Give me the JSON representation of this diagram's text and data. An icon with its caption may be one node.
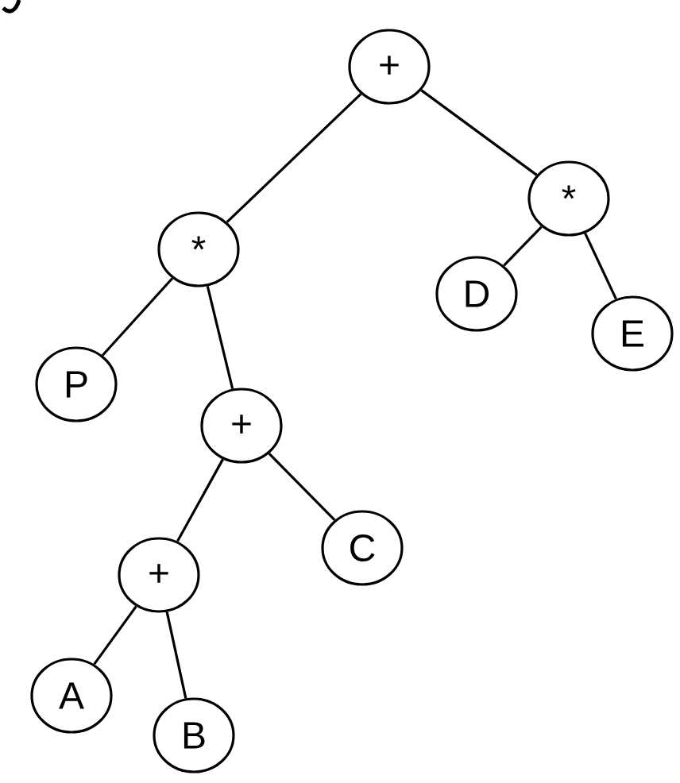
{
  "diagram": {
    "nodes": [
      {
        "text": [
          "+"
        ]
      },
      {
        "text": [
          "*"
        ]
      },
      {
        "text": [
          "*"
        ]
      },
      {
        "text": [
          "P"
        ]
      },
      {
        "text": [
          "+"
        ]
      },
      {
        "text": [
          "D"
        ]
      },
      {
        "text": [
          "E"
        ]
      },
      {
        "text": [
          "+"
        ]
      },
      {
        "text": [
          "C"
        ]
      },
      {
        "text": [
          "A"
        ]
      },
      {
        "text": [
          "B"
        ]
      }
    ],
    "edges": [
      {
        "from": 0,
        "to": 1,
        "arrow": "none"
      },
      {
        "from": 0,
        "to": 2,
        "arrow": "none"
      },
      {
        "from": 1,
        "to": 3,
        "arrow": "none"
      },
      {
        "from": 1,
        "to": 4,
        "arrow": "none"
      },
      {
        "from": 2,
        "to": 5,
        "arrow": "none"
      },
      {
        "from": 2,
        "to": 6,
        "arrow": "none"
      },
      {
        "from": 4,
        "to": 7,
        "arrow": "none"
      },
      {
        "from": 4,
        "to": 8,
        "arrow": "none"
      },
      {
        "from": 7,
        "to": 9,
        "arrow": "none"
      },
      {
        "from": 7,
        "to": 10,
        "arrow": "none"
      }
    ]
  }
}
